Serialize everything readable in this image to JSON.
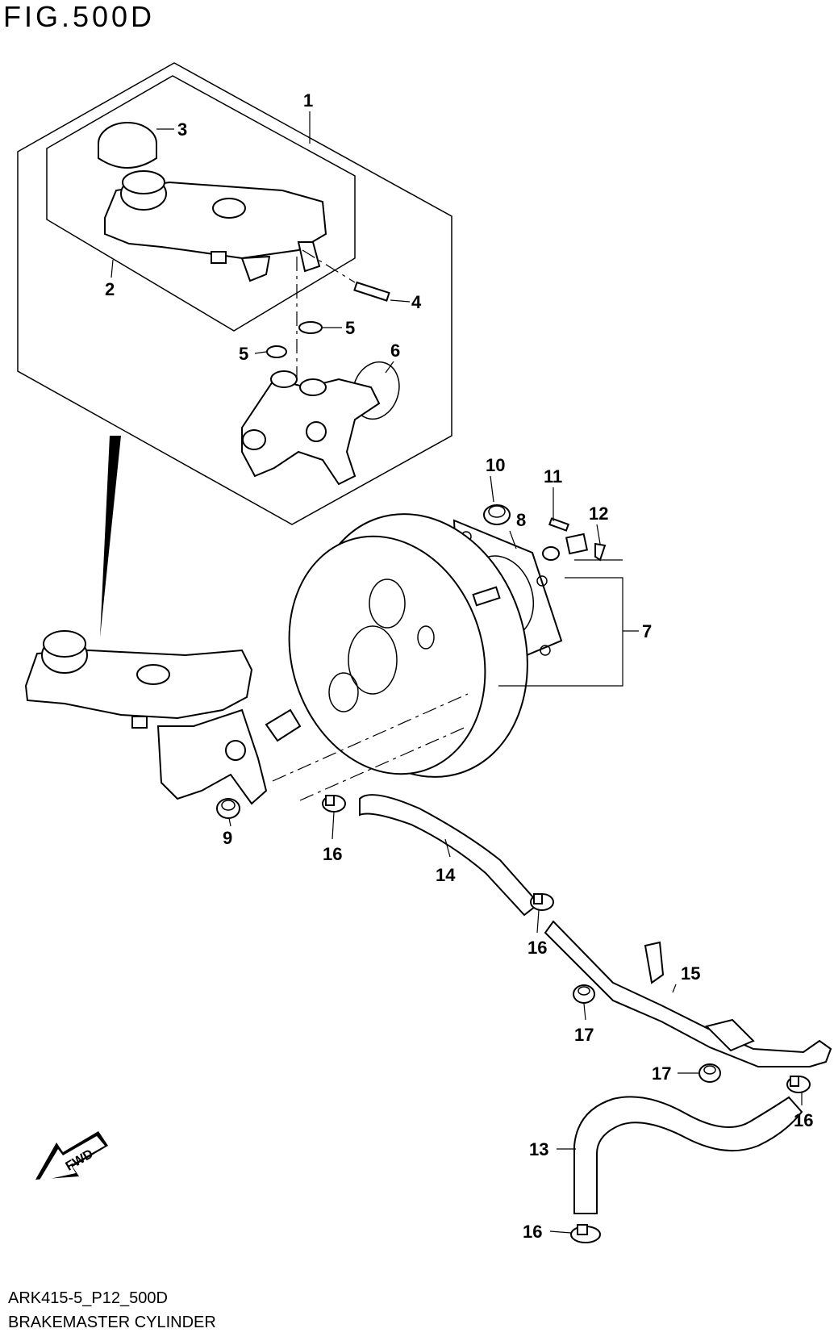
{
  "figure": {
    "title": "FIG.500D",
    "code": "ARK415-5_P12_500D",
    "name": "BRAKEMASTER CYLINDER"
  },
  "fwd_label": "FWD",
  "callouts": [
    {
      "id": "c1",
      "label": "1"
    },
    {
      "id": "c2",
      "label": "2"
    },
    {
      "id": "c3",
      "label": "3"
    },
    {
      "id": "c4",
      "label": "4"
    },
    {
      "id": "c5a",
      "label": "5"
    },
    {
      "id": "c5b",
      "label": "5"
    },
    {
      "id": "c6",
      "label": "6"
    },
    {
      "id": "c7",
      "label": "7"
    },
    {
      "id": "c8",
      "label": "8"
    },
    {
      "id": "c9",
      "label": "9"
    },
    {
      "id": "c10",
      "label": "10"
    },
    {
      "id": "c11",
      "label": "11"
    },
    {
      "id": "c12",
      "label": "12"
    },
    {
      "id": "c13",
      "label": "13"
    },
    {
      "id": "c14",
      "label": "14"
    },
    {
      "id": "c15",
      "label": "15"
    },
    {
      "id": "c16a",
      "label": "16"
    },
    {
      "id": "c16b",
      "label": "16"
    },
    {
      "id": "c16c",
      "label": "16"
    },
    {
      "id": "c16d",
      "label": "16"
    },
    {
      "id": "c17a",
      "label": "17"
    },
    {
      "id": "c17b",
      "label": "17"
    }
  ]
}
